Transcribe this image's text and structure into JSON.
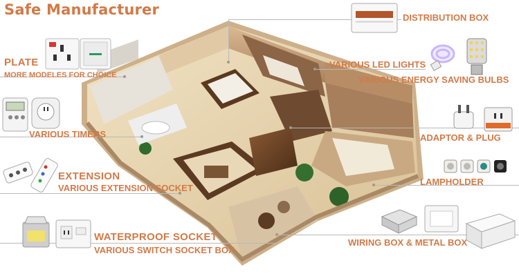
{
  "title": "Safe Manufacturer",
  "labels": {
    "plate": "PLATE",
    "plate_sub": "MORE MODELES FOR CHOICE",
    "timers": "VARIOUS TIMERS",
    "extension": "EXTENSION",
    "extension_sub": "VARIOUS EXTENSION SOCKET",
    "waterproof": "WATERPROOF SOCKET",
    "waterproof_sub": "VARIOUS SWITCH SOCKET BOX",
    "distribution": "DISTRIBUTION BOX",
    "led": "VARIOUS LED LIGHTS",
    "energy": "VARIOUS ENERGY SAVING BULBS",
    "adaptor": "ADAPTOR & PLUG",
    "lampholder": "LAMPHOLDER",
    "wiring": "WIRING BOX & METAL BOX"
  },
  "colors": {
    "accent": "#d27a47",
    "line": "#b8b8b8",
    "floor": "#e8d6b0",
    "wall": "#c9a27c",
    "wood": "#6b4325"
  },
  "icons": [
    "socket-plate-icon",
    "switch-plate-icon",
    "digital-timer-icon",
    "plug-timer-icon",
    "extension-socket-icon",
    "waterproof-socket-icon",
    "switch-socket-box-icon",
    "distribution-box-icon",
    "spiral-bulb-icon",
    "led-corn-bulb-icon",
    "plug-icon",
    "adaptor-icon",
    "lampholder-icon",
    "wiring-box-icon",
    "metal-box-icon",
    "floor-plan-illustration"
  ]
}
